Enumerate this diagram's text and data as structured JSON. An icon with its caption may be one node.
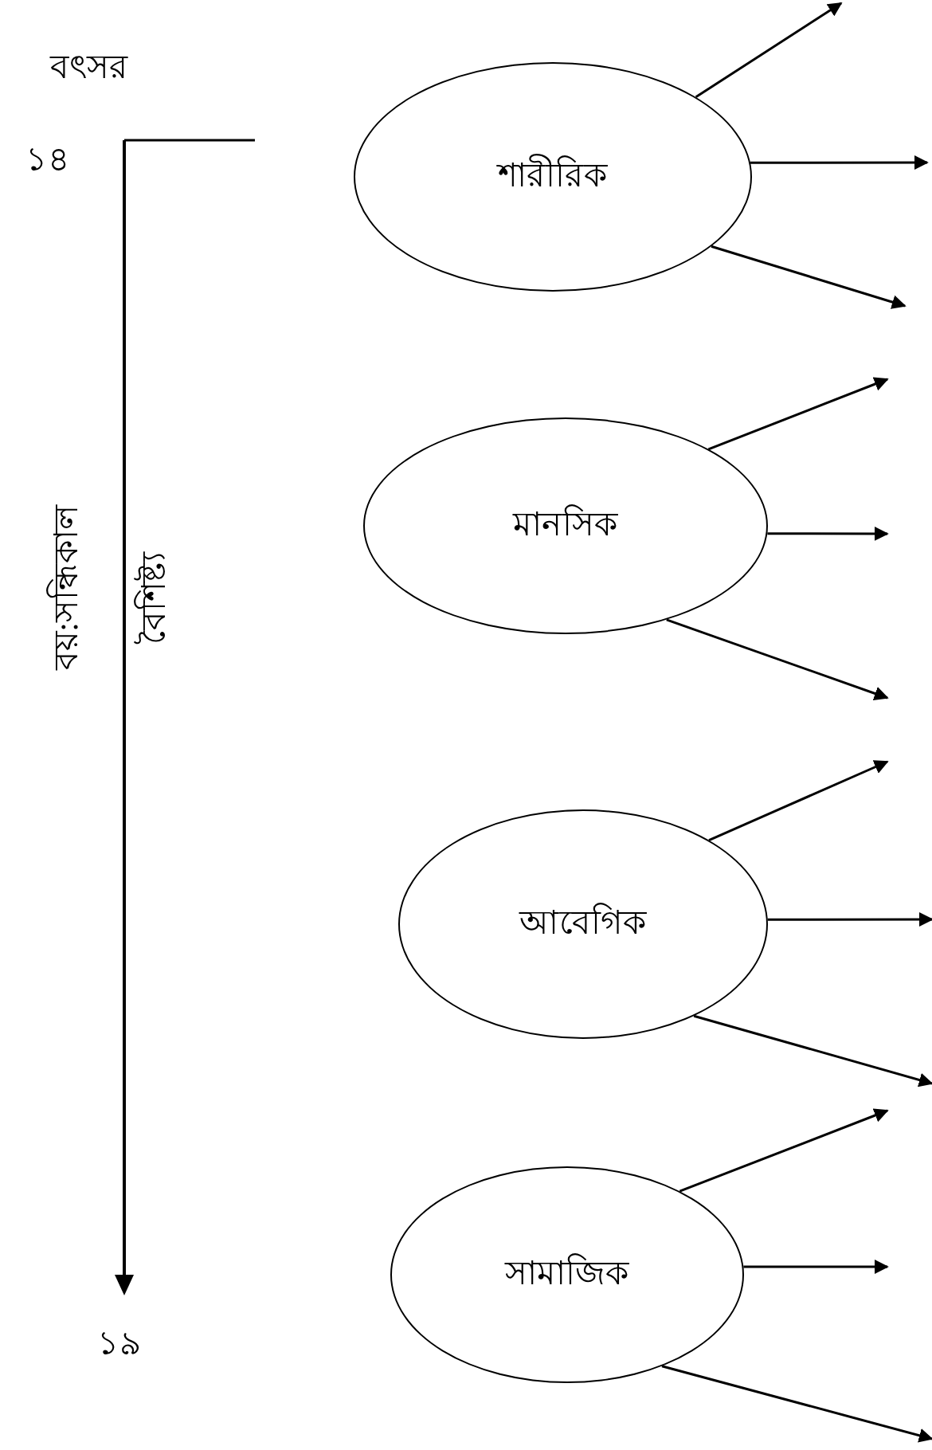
{
  "diagram": {
    "nodes": [
      {
        "text": [
          "শারীরিক"
        ]
      },
      {
        "text": [
          "মানসিক"
        ]
      },
      {
        "text": [
          "আবেগিক"
        ]
      },
      {
        "text": [
          "সামাজিক"
        ]
      }
    ],
    "edges": [
      {
        "from": 0,
        "to": null,
        "arrow": "to"
      },
      {
        "from": 0,
        "to": null,
        "arrow": "to"
      },
      {
        "from": 0,
        "to": null,
        "arrow": "to"
      },
      {
        "from": 1,
        "to": null,
        "arrow": "to"
      },
      {
        "from": 1,
        "to": null,
        "arrow": "to"
      },
      {
        "from": 1,
        "to": null,
        "arrow": "to"
      },
      {
        "from": 2,
        "to": null,
        "arrow": "to"
      },
      {
        "from": 2,
        "to": null,
        "arrow": "to"
      },
      {
        "from": 2,
        "to": null,
        "arrow": "to"
      },
      {
        "from": 3,
        "to": null,
        "arrow": "to"
      },
      {
        "from": 3,
        "to": null,
        "arrow": "to"
      },
      {
        "from": 3,
        "to": null,
        "arrow": "to"
      }
    ],
    "labels": [
      "বৎসর",
      "১৪",
      "বয়:সন্ধিকাল",
      "বৈশিষ্ট্য",
      "১৯"
    ]
  }
}
